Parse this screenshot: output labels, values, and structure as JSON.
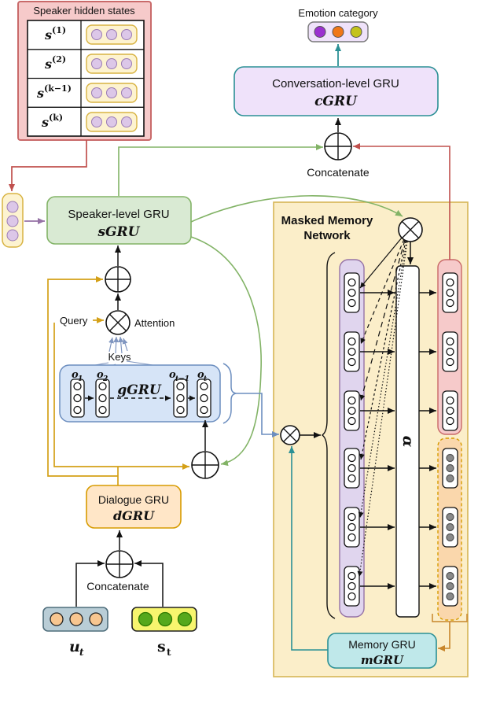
{
  "palette": {
    "pink_panel": "#f6caca",
    "pink_border": "#c96a6a",
    "yellow_pill": "#fdf3d0",
    "yellow_pill_border": "#d8b342",
    "purple_circle": "#dcc7e8",
    "purple_circle_border": "#9a7bb5",
    "sgru_fill": "#d9ead3",
    "sgru_border": "#82b366",
    "cgru_fill": "#efe2fa",
    "teal": "#2b9095",
    "dgru_fill": "#ffe6c7",
    "dgru_border": "#d79b00",
    "ggru_fill": "#d6e4f7",
    "ggru_border": "#6c8ebf",
    "memory_fill": "#fbeec9",
    "memory_border": "#d6b656",
    "memory_purple_col": "#e0d5ee",
    "memory_purple_border": "#9673a6",
    "memory_pink_col": "#f6caca",
    "memory_pink_border": "#c86868",
    "memory_orange_col": "#fad7ac",
    "memory_orange_border": "#d79b00",
    "mgru_fill": "#bfe8ea",
    "gold": "#d4a017",
    "red": "#c0504d",
    "green": "#82b366",
    "blue": "#6c8ebf",
    "keys_blue": "#8096c0",
    "purple_arrow": "#9673a6",
    "ut_fill": "#b9cdd6",
    "ut_circle": "#f8c690",
    "st_fill": "#f7f56e",
    "st_circle": "#56a81c",
    "gray_circle": "#8a8a8a",
    "emotion": [
      "#9b30d0",
      "#f07818",
      "#c3c31c"
    ]
  },
  "speaker_panel": {
    "title": "Speaker hidden states",
    "rows": [
      {
        "base": "s",
        "sup": "(1)"
      },
      {
        "base": "s",
        "sup": "(2)"
      },
      {
        "base": "s",
        "sup": "(k−1)"
      },
      {
        "base": "s",
        "sup": "(k)"
      }
    ]
  },
  "emotion_output": {
    "label": "Emotion category"
  },
  "cgru": {
    "name": "Conversation-level GRU",
    "symbol": "cGRU"
  },
  "concat_top": {
    "label": "Concatenate"
  },
  "sgru": {
    "name": "Speaker-level GRU",
    "symbol": "sGRU"
  },
  "attention": {
    "label": "Attention",
    "query": "Query",
    "keys": "Keys"
  },
  "ggru": {
    "symbol": "gGRU",
    "units": [
      {
        "base": "o",
        "sub": "1"
      },
      {
        "base": "o",
        "sub": "2"
      },
      {
        "base": "o",
        "sub": "t−1"
      },
      {
        "base": "o",
        "sub": "t"
      }
    ]
  },
  "dgru": {
    "name": "Dialogue GRU",
    "symbol": "dGRU"
  },
  "concat_bottom": {
    "label": "Concatenate"
  },
  "inputs": {
    "utterance": {
      "base": "u",
      "sub": "t"
    },
    "speaker": {
      "base": "s",
      "sub": "t"
    }
  },
  "memory_network": {
    "title_line1": "Masked Memory",
    "title_line2": "Network",
    "alpha": "α"
  },
  "mgru": {
    "name": "Memory GRU",
    "symbol": "mGRU"
  }
}
